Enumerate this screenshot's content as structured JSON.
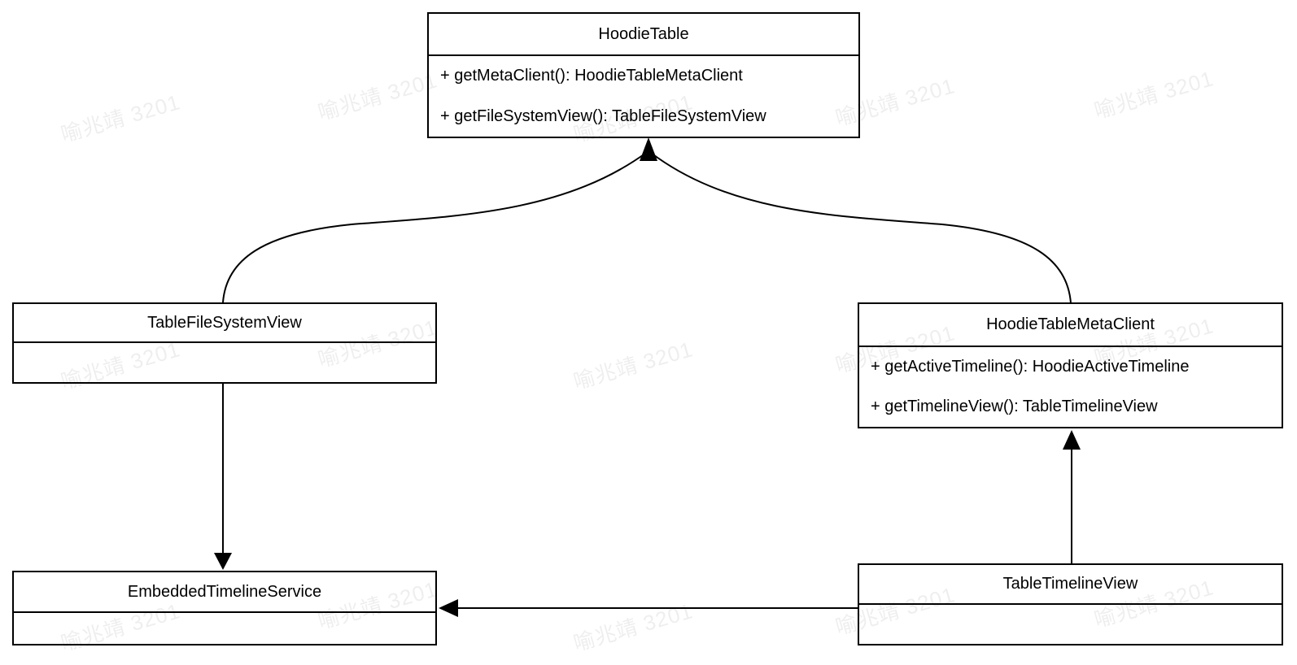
{
  "watermark": {
    "text": "喻兆靖 3201"
  },
  "colors": {
    "line": "#000000",
    "background": "#ffffff",
    "text": "#000000",
    "watermark": "#ebebeb"
  },
  "classes": [
    {
      "name": "HoodieTable",
      "methods": [
        "+ getMetaClient(): HoodieTableMetaClient",
        "+ getFileSystemView(): TableFileSystemView"
      ]
    },
    {
      "name": "TableFileSystemView",
      "methods": []
    },
    {
      "name": "HoodieTableMetaClient",
      "methods": [
        "+ getActiveTimeline(): HoodieActiveTimeline",
        "+ getTimelineView(): TableTimelineView"
      ]
    },
    {
      "name": "EmbeddedTimelineService",
      "methods": []
    },
    {
      "name": "TableTimelineView",
      "methods": []
    }
  ],
  "relations": [
    {
      "from": "TableFileSystemView",
      "to": "HoodieTable",
      "shape": "curved",
      "arrowhead": "solid-triangle"
    },
    {
      "from": "HoodieTableMetaClient",
      "to": "HoodieTable",
      "shape": "curved",
      "arrowhead": "solid-triangle"
    },
    {
      "from": "TableFileSystemView",
      "to": "EmbeddedTimelineService",
      "shape": "straight",
      "arrowhead": "solid-triangle"
    },
    {
      "from": "TableTimelineView",
      "to": "HoodieTableMetaClient",
      "shape": "straight",
      "arrowhead": "solid-triangle"
    },
    {
      "from": "TableTimelineView",
      "to": "EmbeddedTimelineService",
      "shape": "straight",
      "arrowhead": "solid-triangle"
    }
  ]
}
